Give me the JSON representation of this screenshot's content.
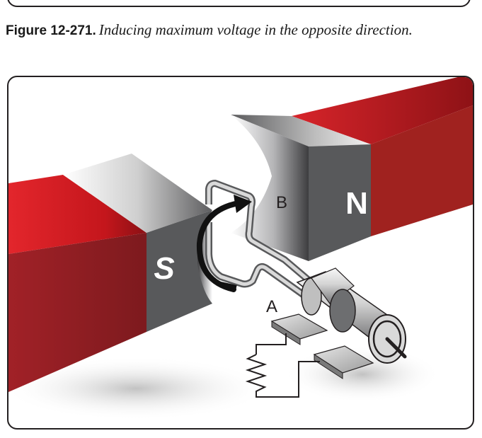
{
  "caption": {
    "figure_number": "Figure 12-271.",
    "title": "Inducing maximum voltage in the opposite direction."
  },
  "diagram": {
    "labels": {
      "south_pole": "S",
      "north_pole": "N",
      "coil_side_a": "A",
      "coil_side_b": "B"
    },
    "colors": {
      "magnet_red": "#c1272d",
      "magnet_dark_red": "#8b1a1e",
      "pole_face_gray": "#58595b",
      "outline": "#231f20"
    }
  }
}
